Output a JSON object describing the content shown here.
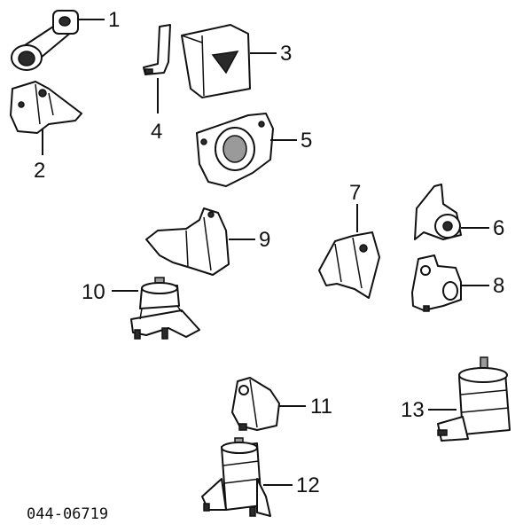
{
  "diagram": {
    "callouts": {
      "c1": "1",
      "c2": "2",
      "c3": "3",
      "c4": "4",
      "c5": "5",
      "c6": "6",
      "c7": "7",
      "c8": "8",
      "c9": "9",
      "c10": "10",
      "c11": "11",
      "c12": "12",
      "c13": "13"
    },
    "drawing_code": "044-06719"
  }
}
